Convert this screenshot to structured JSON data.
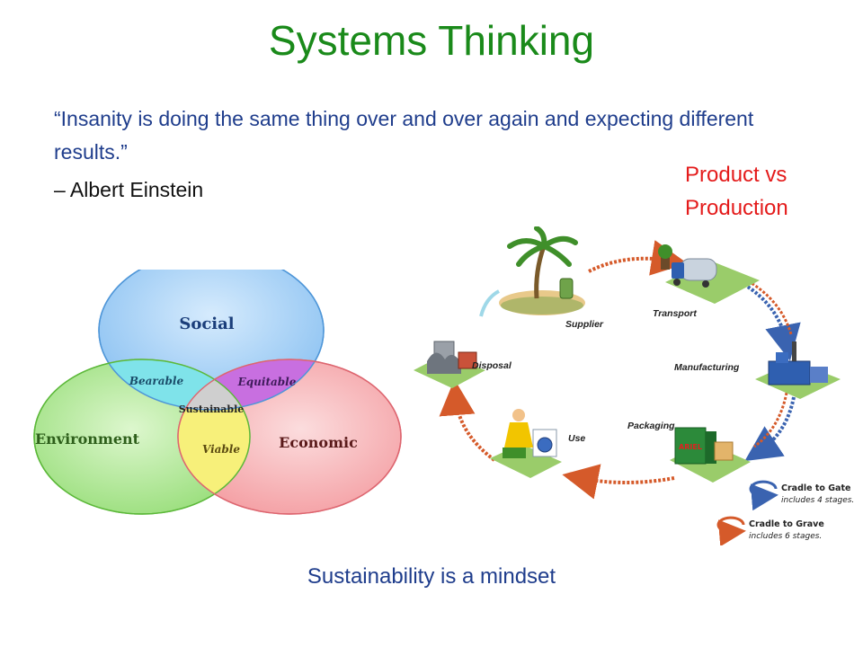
{
  "title": "Systems Thinking",
  "quote": {
    "text": "“Insanity is doing the same thing over and over again and expecting different results.”",
    "author": "– Albert Einstein"
  },
  "product_vs_production": "Product vs Production",
  "venn": {
    "social": "Social",
    "environment": "Environment",
    "economic": "Economic",
    "bearable": "Bearable",
    "equitable": "Equitable",
    "viable": "Viable",
    "sustainable": "Sustainable"
  },
  "lifecycle": {
    "supplier": "Supplier",
    "transport": "Transport",
    "manufacturing": "Manufacturing",
    "packaging": "Packaging",
    "use": "Use",
    "disposal": "Disposal",
    "brand": "ARIEL",
    "legend": {
      "gate_title": "Cradle to Gate",
      "gate_desc": "includes 4 stages.",
      "grave_title": "Cradle to Grave",
      "grave_desc": "includes 6 stages."
    }
  },
  "tagline": "Sustainability is a mindset",
  "colors": {
    "title": "#1a8a1a",
    "quote": "#1f3d8c",
    "accent_red": "#e41b1b",
    "social": "#8ec3f2",
    "environment": "#9fe07c",
    "economic": "#f5a7a9"
  }
}
